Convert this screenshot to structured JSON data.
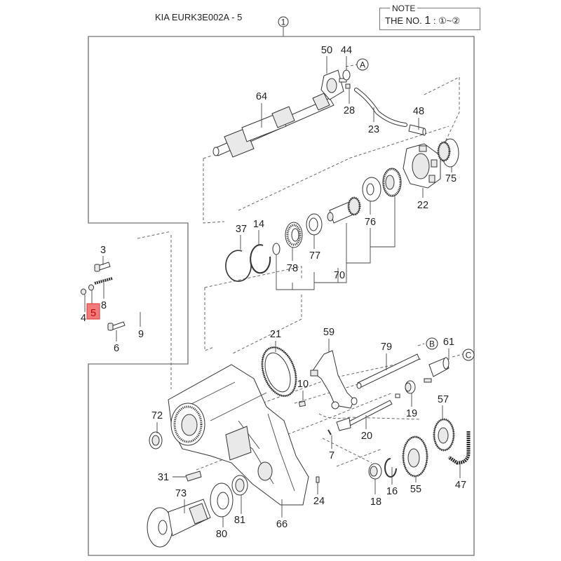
{
  "header": {
    "doc_title": "KIA EURK3E002A - 5",
    "note_label": "NOTE",
    "note_prefix": "THE NO.",
    "note_number": "1",
    "note_sep": ":",
    "note_range": "①~②"
  },
  "assembly_ref": "1",
  "highlighted_part": "5",
  "highlight_color": "#f27a7a",
  "connectors": {
    "a": "A",
    "b": "B",
    "c": "C"
  },
  "parts": {
    "p3": "3",
    "p4": "4",
    "p5": "5",
    "p6": "6",
    "p7": "7",
    "p8": "8",
    "p9": "9",
    "p10": "10",
    "p14": "14",
    "p16": "16",
    "p18": "18",
    "p19": "19",
    "p20": "20",
    "p21": "21",
    "p22": "22",
    "p23": "23",
    "p24": "24",
    "p28": "28",
    "p31": "31",
    "p37": "37",
    "p44": "44",
    "p47": "47",
    "p48": "48",
    "p50": "50",
    "p55": "55",
    "p57": "57",
    "p59": "59",
    "p61": "61",
    "p64": "64",
    "p66": "66",
    "p70": "70",
    "p72": "72",
    "p73": "73",
    "p75": "75",
    "p76": "76",
    "p77": "77",
    "p78": "78",
    "p79": "79",
    "p80": "80",
    "p81": "81"
  }
}
